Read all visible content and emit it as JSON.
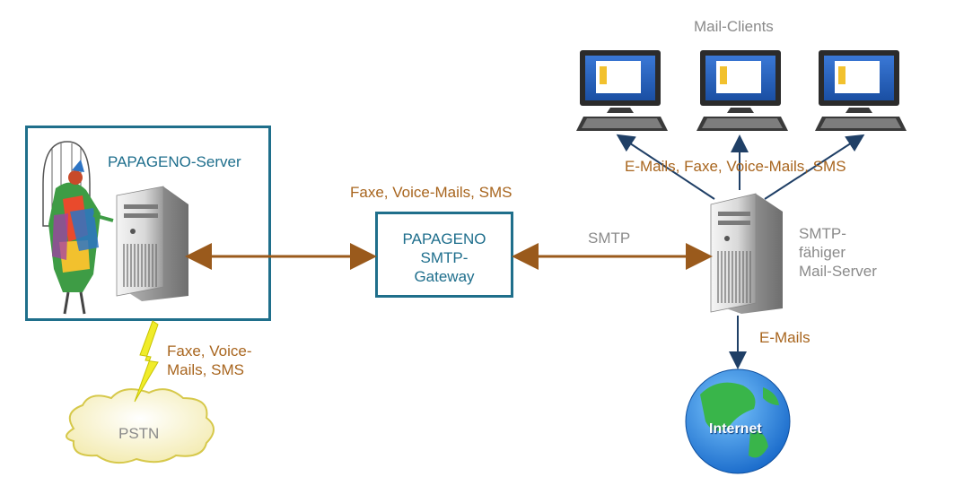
{
  "server": {
    "title": "PAPAGENO-Server"
  },
  "gateway": {
    "line1": "PAPAGENO",
    "line2": "SMTP-",
    "line3": "Gateway"
  },
  "labels": {
    "faxe_voice_sms_top": "Faxe, Voice-Mails, SMS",
    "smtp": "SMTP",
    "mail_clients": "Mail-Clients",
    "emails_faxe_voice_sms": "E-Mails, Faxe, Voice-Mails, SMS",
    "smtp_server_line1": "SMTP-",
    "smtp_server_line2": "fähiger",
    "smtp_server_line3": "Mail-Server",
    "emails": "E-Mails",
    "pstn_msg_line1": "Faxe, Voice-",
    "pstn_msg_line2": "Mails, SMS",
    "pstn": "PSTN",
    "internet": "Internet"
  },
  "colors": {
    "accent_blue": "#1f6f8b",
    "orange_text": "#a8651e",
    "arrow_brown": "#9a5a1c",
    "arrow_navy": "#1f3f66",
    "lightning": "#e9e600"
  }
}
